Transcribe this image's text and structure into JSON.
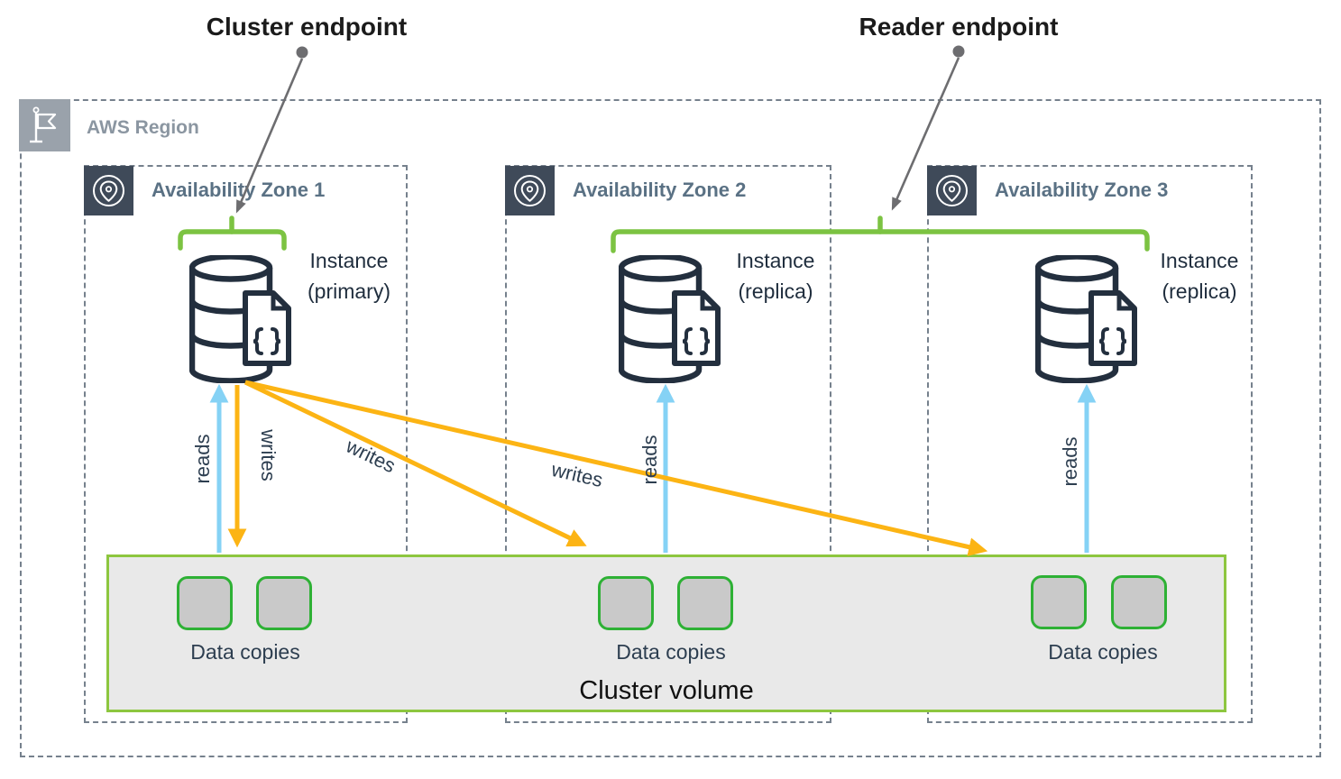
{
  "callouts": {
    "cluster_endpoint": {
      "label": "Cluster endpoint"
    },
    "reader_endpoint": {
      "label": "Reader endpoint"
    }
  },
  "region": {
    "label": "AWS Region",
    "icon": "region-flag-icon"
  },
  "zones": [
    {
      "label": "Availability Zone 1",
      "icon": "location-pin-icon",
      "instance": {
        "line1": "Instance",
        "line2": "(primary)",
        "icon": "database-instance-icon"
      },
      "data_copies_label": "Data copies"
    },
    {
      "label": "Availability Zone 2",
      "icon": "location-pin-icon",
      "instance": {
        "line1": "Instance",
        "line2": "(replica)",
        "icon": "database-instance-icon"
      },
      "data_copies_label": "Data copies"
    },
    {
      "label": "Availability Zone 3",
      "icon": "location-pin-icon",
      "instance": {
        "line1": "Instance",
        "line2": "(replica)",
        "icon": "database-instance-icon"
      },
      "data_copies_label": "Data copies"
    }
  ],
  "cluster_volume": {
    "label": "Cluster volume"
  },
  "flows": {
    "reads": [
      "reads",
      "reads",
      "reads"
    ],
    "writes": [
      "writes",
      "writes"
    ]
  },
  "colors": {
    "reads_arrow_blue": "#85d2f5",
    "writes_arrow_orange": "#fcb414",
    "endpoint_bracket_green": "#7cc342",
    "volume_border_green": "#8dc63f",
    "data_copy_border_green": "#2eb135",
    "instance_navy": "#232f3e",
    "az_label_slate": "#5a7184",
    "region_gray": "#9aa2ab",
    "callout_gray": "#6d6d70"
  }
}
